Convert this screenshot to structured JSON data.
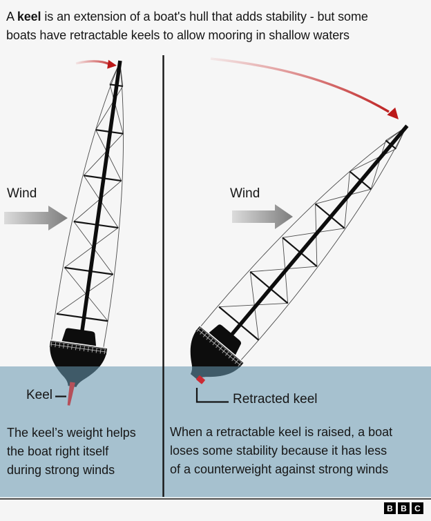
{
  "header": {
    "line1_pre": "A ",
    "line1_bold": "keel",
    "line1_rest": " is an extension of a boat's hull that adds stability - but some",
    "line2": "boats have retractable keels to allow mooring in shallow waters"
  },
  "left_panel": {
    "wind_label": "Wind",
    "keel_label": "Keel",
    "caption_line1": "The keel’s weight helps",
    "caption_line2": "the boat right itself",
    "caption_line3": "during strong winds"
  },
  "right_panel": {
    "wind_label": "Wind",
    "keel_label": "Retracted keel",
    "caption_line1": "When a retractable keel is raised, a boat",
    "caption_line2": "loses some stability because it has less",
    "caption_line3": "of a counterweight against strong winds"
  },
  "footer": {
    "logo_letters": [
      "B",
      "B",
      "C"
    ]
  },
  "colors": {
    "background": "#f6f6f6",
    "water": "rgba(104,152,177,0.56)",
    "water_over_background": "#a6c1cf",
    "hull_black": "#0d0d0d",
    "keel_fin_pink": "#b5505a",
    "retracted_keel_red": "#cc2a33",
    "arrow_red": "#bb1919",
    "wind_arrow_gray_dark": "#7d7d7d",
    "wind_arrow_gray_light": "#d9d9d9",
    "divider_black": "#141414"
  }
}
